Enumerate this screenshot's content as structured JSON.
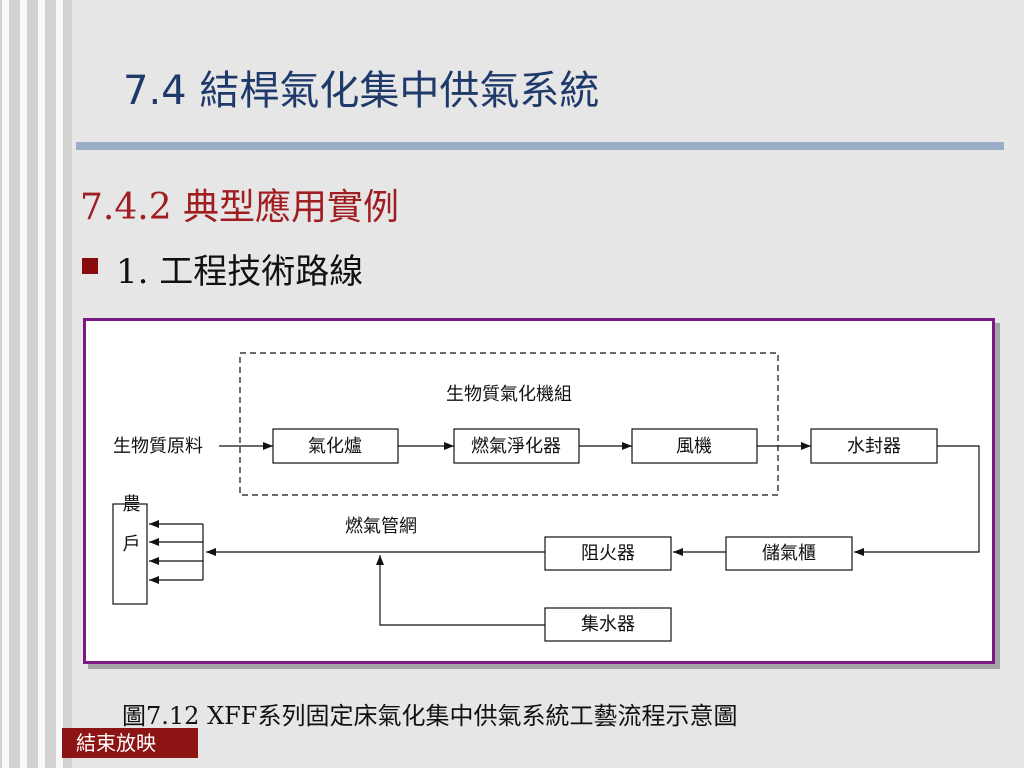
{
  "slide": {
    "title": "7.4 結桿氣化集中供氣系統",
    "subtitle": "7.4.2 典型應用實例",
    "bullet": "1.  工程技術路線",
    "caption": "圖7.12  XFF系列固定床氣化集中供氣系統工藝流程示意圖",
    "end_button": "結束放映"
  },
  "diagram": {
    "group_label": "生物質氣化機組",
    "input_label": "生物質原料",
    "nodes": {
      "gasifier": "氣化爐",
      "purifier": "燃氣淨化器",
      "fan": "風機",
      "water_seal": "水封器",
      "gas_holder": "儲氣櫃",
      "flame_arrester": "阻火器",
      "water_collector": "集水器"
    },
    "pipe_network_label": "燃氣管網",
    "farmers_label": "農戶"
  },
  "colors": {
    "background": "#e6e6e6",
    "title": "#1f3a6a",
    "subtitle": "#a01e22",
    "diagram_border": "#7b1a83",
    "end_button": "#8c1414"
  }
}
